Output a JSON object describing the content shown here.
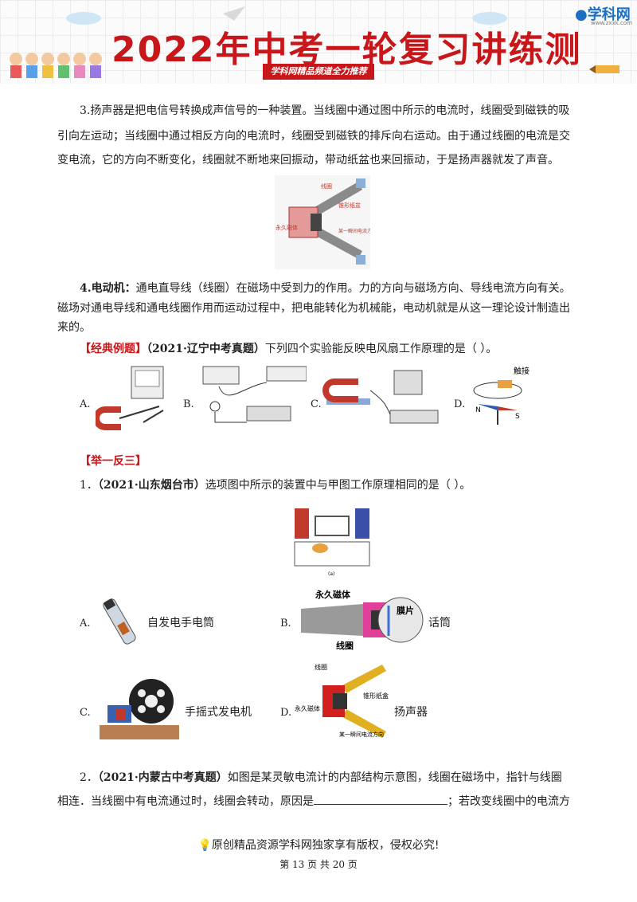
{
  "header": {
    "title": "2022年中考一轮复习讲练测",
    "banner": "学科网精品频道全力推荐",
    "logo": "学科网",
    "logo_sub": "www.zxxk.com"
  },
  "section3": {
    "text_line1": "3.扬声器是把电信号转换成声信号的一种装置。当线圈中通过图中所示的电流时，线圈受到磁铁的吸",
    "text_line2": "引向左运动；当线圈中通过相反方向的电流时，线圈受到磁铁的排斥向右运动。由于通过线圈的电流是交",
    "text_line3": "变电流，它的方向不断变化，线圈就不断地来回振动，带动纸盆也来回振动，于是扬声器就发了声音。",
    "fig_labels": {
      "coil": "线圈",
      "cone": "锥形纸盆",
      "magnet": "永久磁体",
      "current": "某一瞬间电流方向"
    }
  },
  "section4": {
    "heading": "4.电动机：",
    "text_line1_rest": "通电直导线（线圈）在磁场中受到力的作用。力的方向与磁场方向、导线电流方向有关。",
    "text_line2": "磁场对通电导线和通电线圈作用而运动过程中，把电能转化为机械能，电动机就是从这一理论设计制造出",
    "text_line3": "来的。"
  },
  "example": {
    "tag": "【经典例题】",
    "source": "（2021·辽宁中考真题）",
    "question": "下列四个实验能反映电风扇工作原理的是（    ）。",
    "options": [
      "A.",
      "B.",
      "C.",
      "D."
    ],
    "option_d_label": "触接",
    "option_d_n": "N",
    "option_d_s": "S"
  },
  "practice": {
    "tag": "【举一反三】",
    "q1_num": "1．",
    "q1_source": "（2021·山东烟台市）",
    "q1_text": "选项图中所示的装置中与甲图工作原理相同的是（    ）。",
    "q1_fig_caption": "(a)",
    "options": [
      {
        "letter": "A.",
        "label": "自发电手电筒"
      },
      {
        "letter": "B.",
        "label": "话筒"
      },
      {
        "letter": "C.",
        "label": "手摇式发电机"
      },
      {
        "letter": "D.",
        "label": "扬声器"
      }
    ],
    "mic_labels": {
      "magnet": "永久磁体",
      "film": "膜片",
      "coil": "线圈"
    },
    "speaker_labels": {
      "coil": "线圈",
      "cone": "锥形纸盒",
      "magnet": "永久磁体",
      "current": "某一瞬间电流方向"
    },
    "q2_num": "2．",
    "q2_source": "（2021·内蒙古中考真题）",
    "q2_text1": "如图是某灵敏电流计的内部结构示意图，线圈在磁场中，指针与线圈",
    "q2_text2a": "相连．当线圈中有电流通过时，线圈会转动，原因是",
    "q2_text2b": "；若改变线圈中的电流方"
  },
  "footer": {
    "copyright": "原创精品资源学科网独家享有版权，侵权必究!",
    "page": "第 13 页 共 20 页"
  },
  "colors": {
    "accent": "#c8171b",
    "logo": "#1b6fc4"
  }
}
